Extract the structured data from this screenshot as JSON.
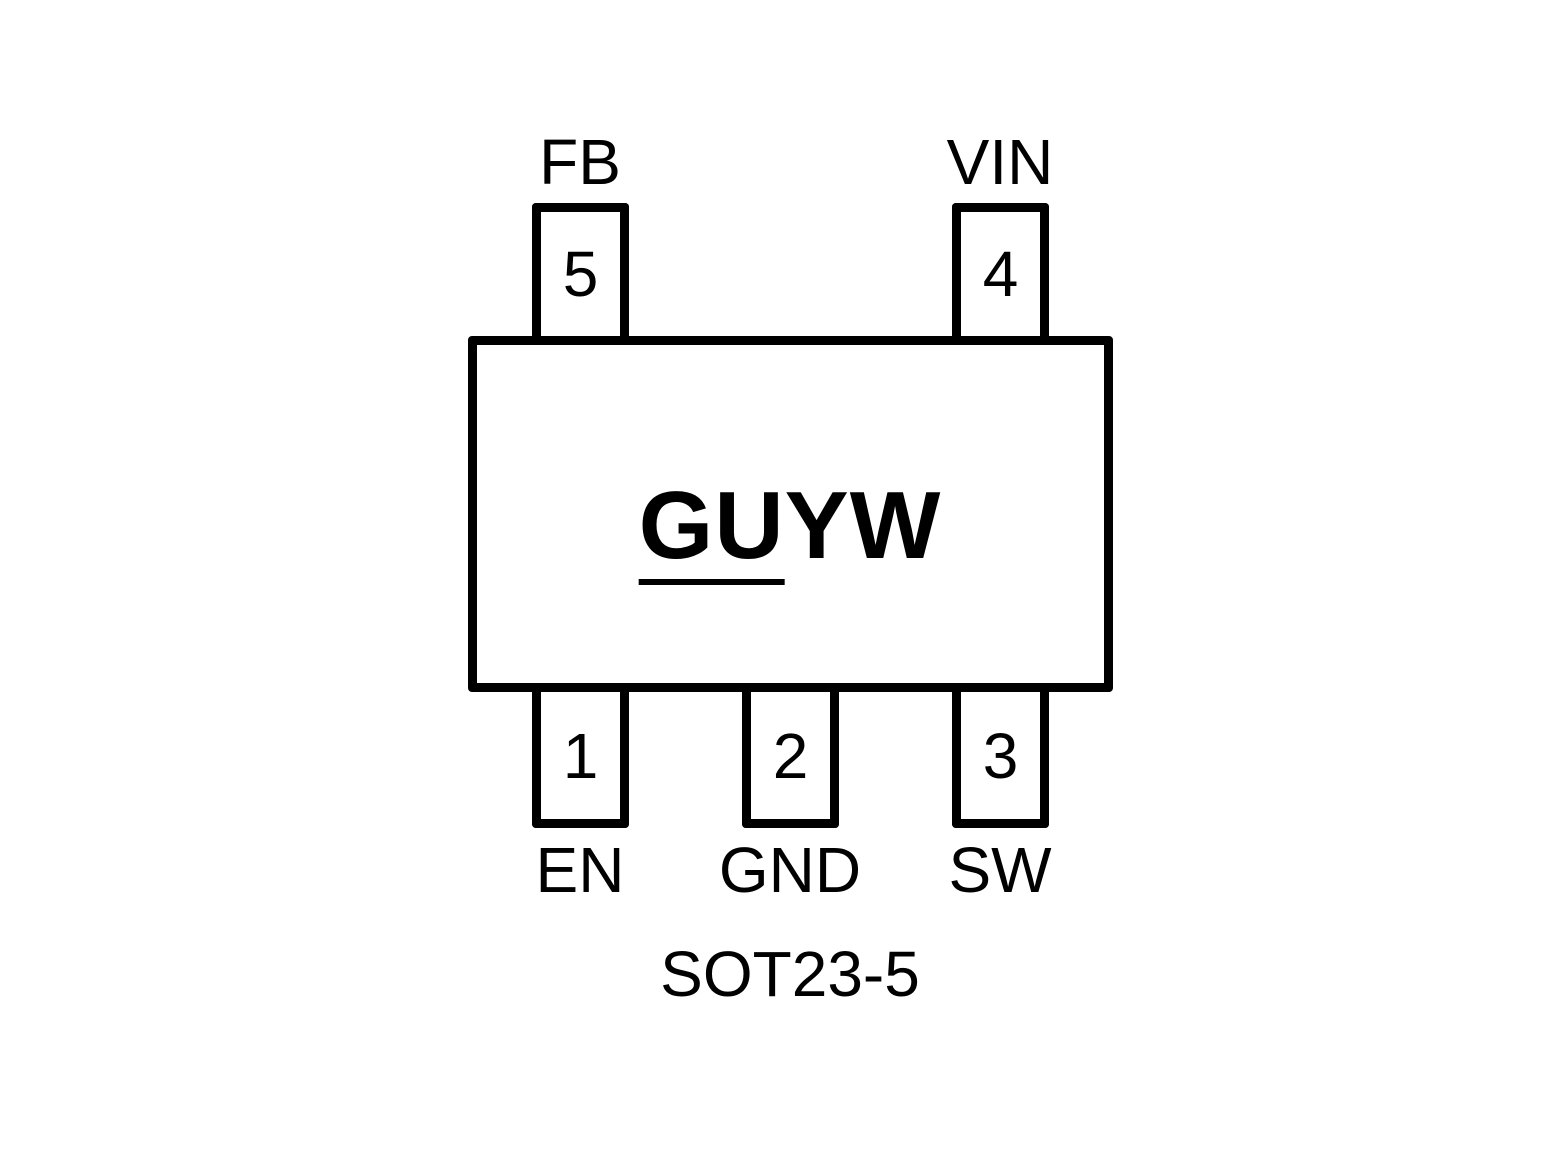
{
  "package": {
    "name": "SOT23-5",
    "marking_underlined": "GU",
    "marking_rest": "YW"
  },
  "pins": {
    "pin1": {
      "number": "1",
      "name": "EN"
    },
    "pin2": {
      "number": "2",
      "name": "GND"
    },
    "pin3": {
      "number": "3",
      "name": "SW"
    },
    "pin4": {
      "number": "4",
      "name": "VIN"
    },
    "pin5": {
      "number": "5",
      "name": "FB"
    }
  }
}
